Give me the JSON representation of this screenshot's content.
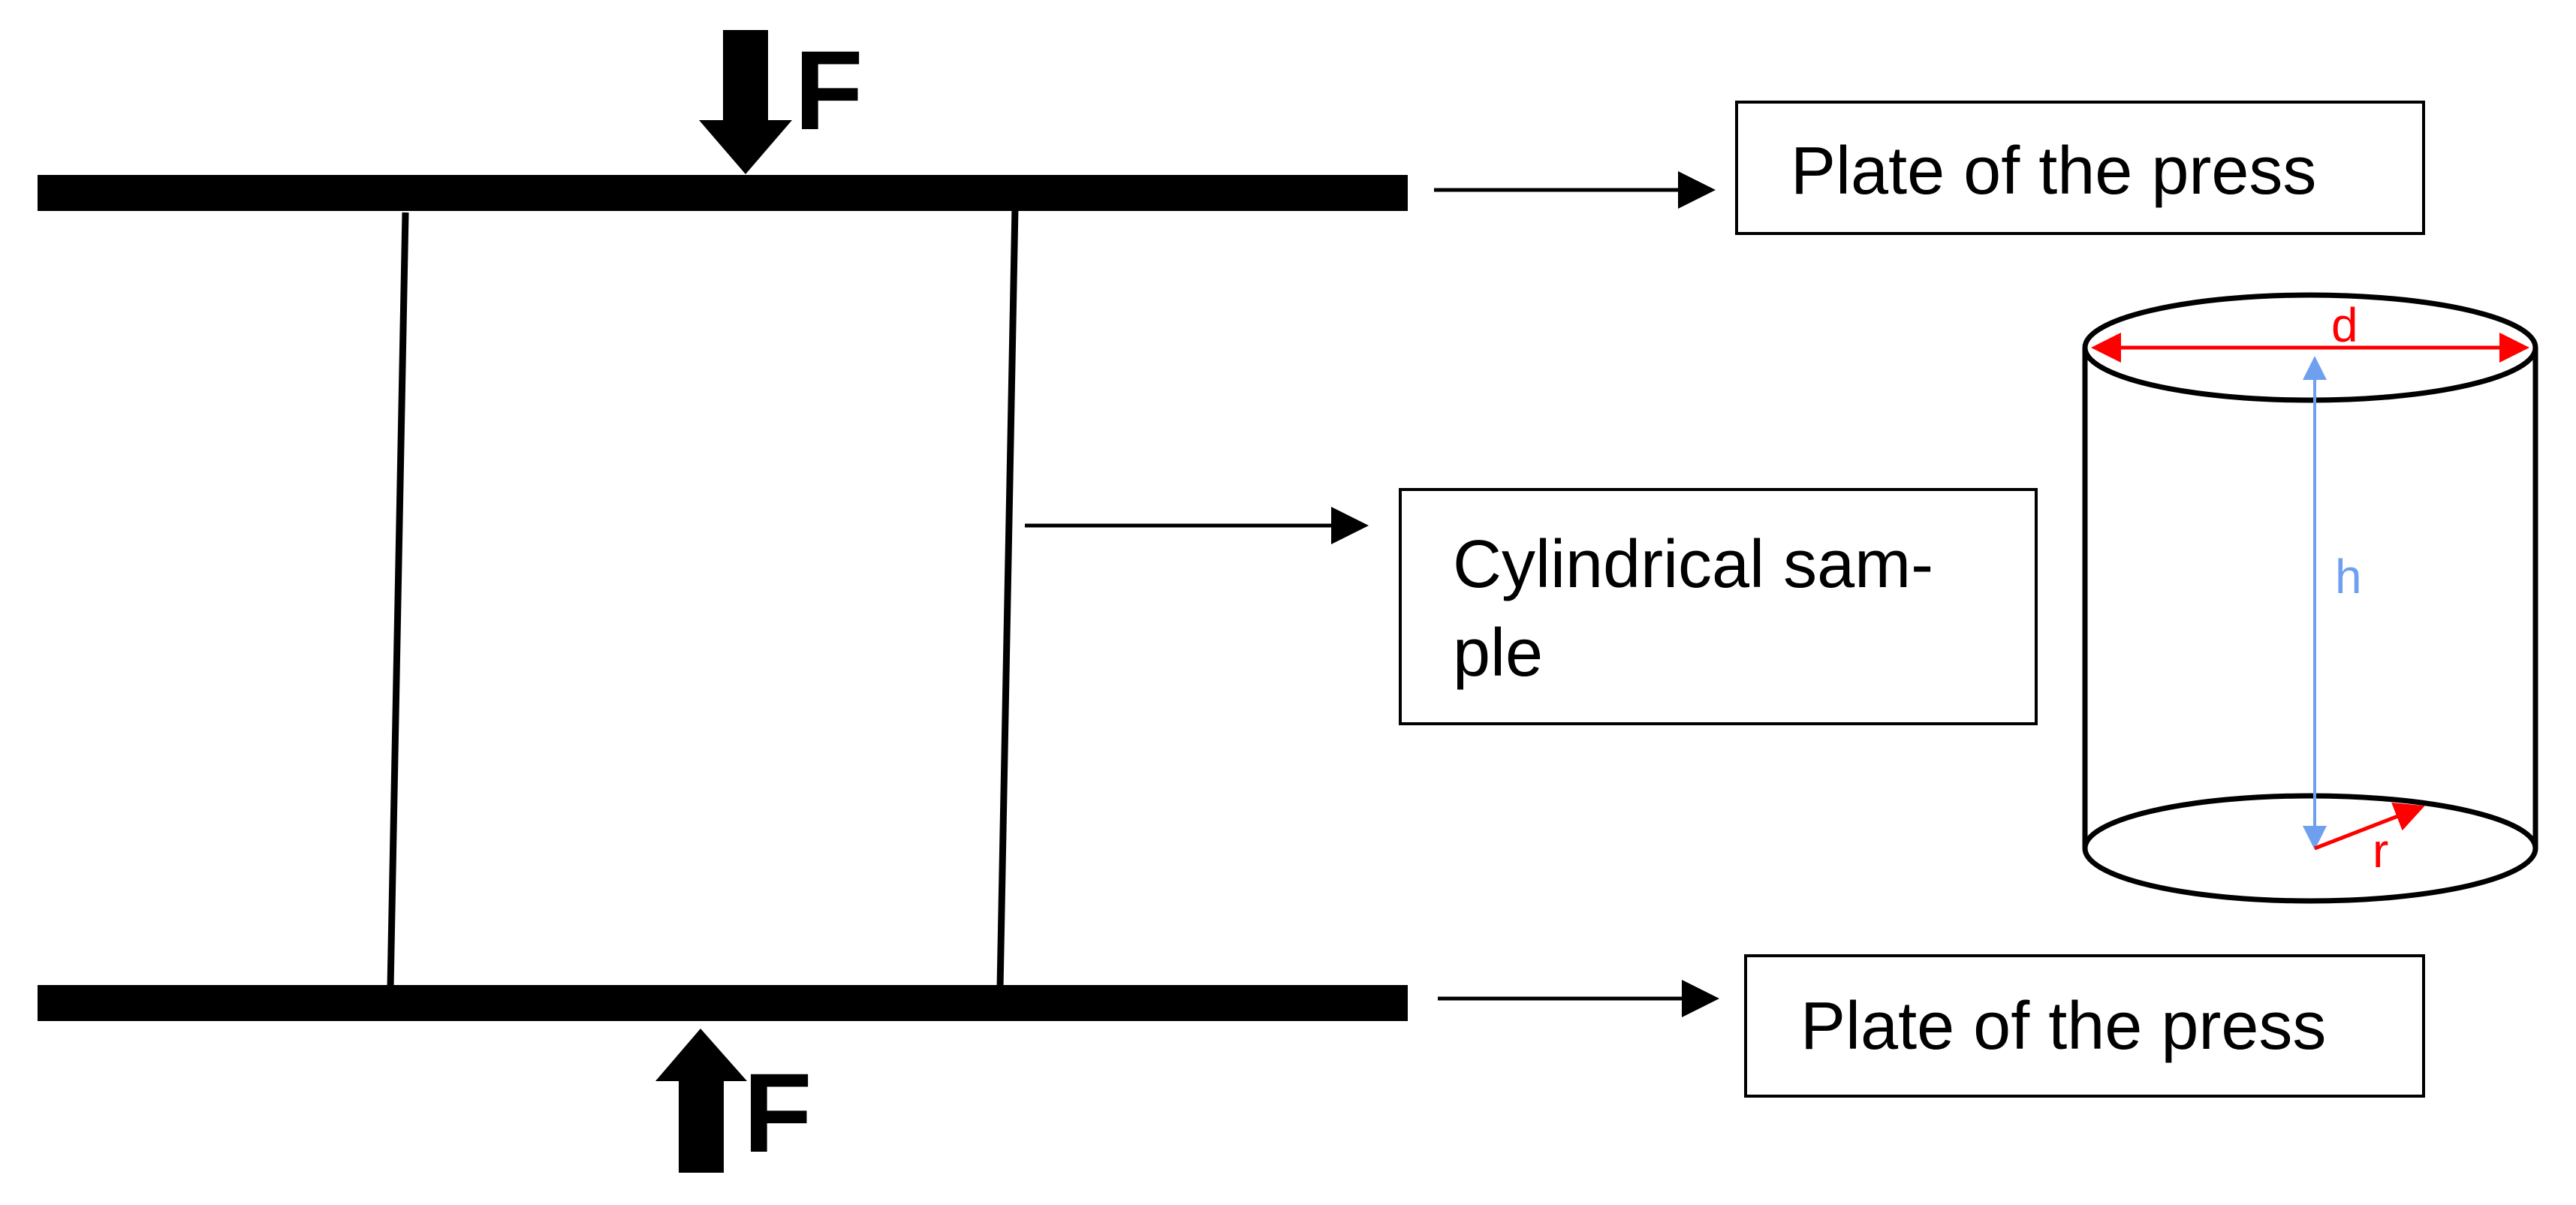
{
  "diagram": {
    "force_top": "F",
    "force_bottom": "F",
    "label_top_plate": "Plate of the press",
    "label_sample_line1": "Cylindrical sam-",
    "label_sample_line2": "ple",
    "label_bottom_plate": "Plate of the press",
    "cylinder": {
      "diameter_label": "d",
      "height_label": "h",
      "radius_label": "r"
    },
    "colors": {
      "ink": "#000000",
      "diameter": "#ff0000",
      "radius": "#ff0000",
      "height": "#6fa0ef"
    }
  }
}
